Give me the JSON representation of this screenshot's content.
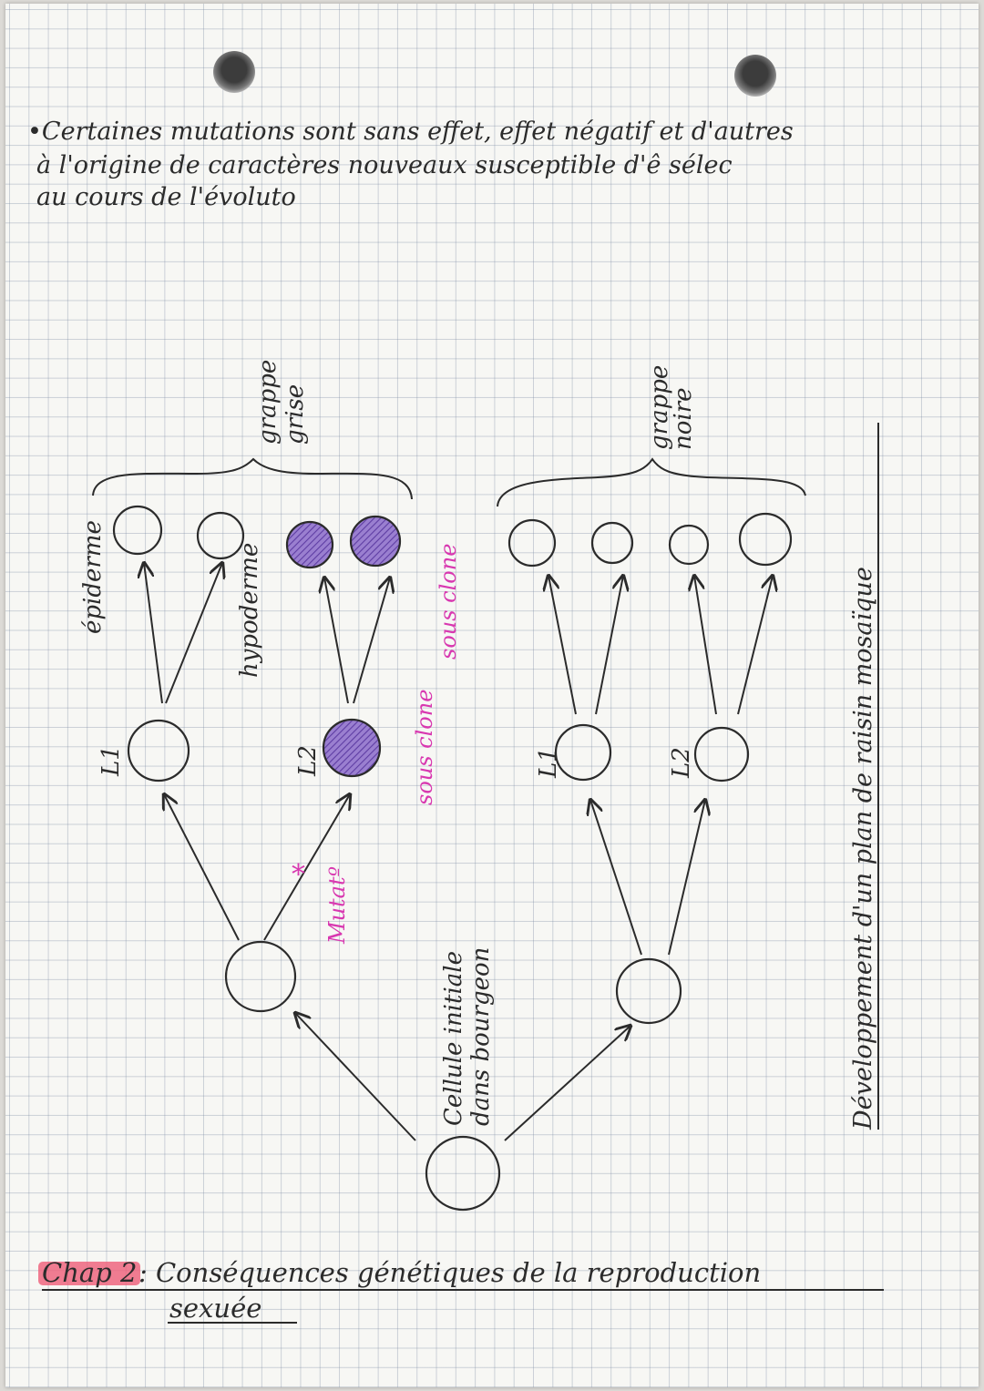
{
  "notes": {
    "line1": "•Certaines mutations sont sans effet, effet négatif et d'autres",
    "line2": "à l'origine de caractères nouveaux susceptible d'ê sélec",
    "line3": "au cours de l'évoluto"
  },
  "diagram": {
    "left_bracket_label_1": "grappe",
    "left_bracket_label_2": "grise",
    "right_bracket_label_1": "grappe",
    "right_bracket_label_2": "noire",
    "epiderme": "épiderme",
    "hypoderme": "hypoderme",
    "l1_left": "L1",
    "l2_left": "L2",
    "l1_right": "L1",
    "l2_right": "L2",
    "mutation_star": "*",
    "mutation_label": "Mutatº",
    "sous_clone_1": "sous clone",
    "sous_clone_2": "sous clone",
    "cellule_initiale_1": "Cellule initiale",
    "cellule_initiale_2": "dans bourgeon",
    "side_title": "Développement d'un plan de raisin mosaïque"
  },
  "chapter": {
    "prefix": "Chap 2",
    "title_line1": ": Conséquences génétiques de la reproduction",
    "title_line2": "sexuée"
  },
  "colors": {
    "ink": "#2b2b2b",
    "purple_fill": "#7a55b8",
    "pink": "#d838b0",
    "highlight": "#ee5d78"
  }
}
